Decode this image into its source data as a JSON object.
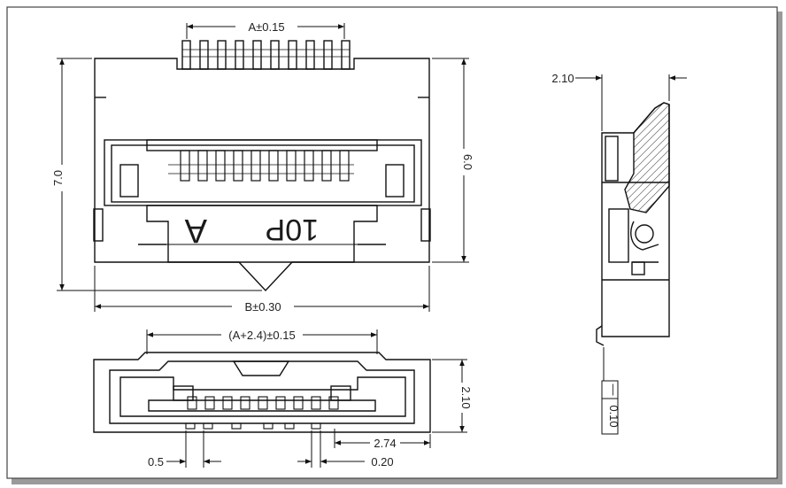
{
  "top_view": {
    "dim_pitch_span": "A±0.15",
    "dim_overall_width": "B±0.30",
    "dim_height_left": "7.0",
    "dim_height_right": "6.0",
    "marking_letter": "A",
    "marking_pins": "10P"
  },
  "side_view": {
    "dim_thickness": "2.10",
    "flatness_symbol": "—",
    "flatness_value": "0.10"
  },
  "front_view": {
    "dim_span": "(A+2.4)±0.15",
    "dim_height": "2.10",
    "dim_offset": "2.74",
    "dim_pitch": "0.5",
    "dim_pin_width": "0.20"
  }
}
